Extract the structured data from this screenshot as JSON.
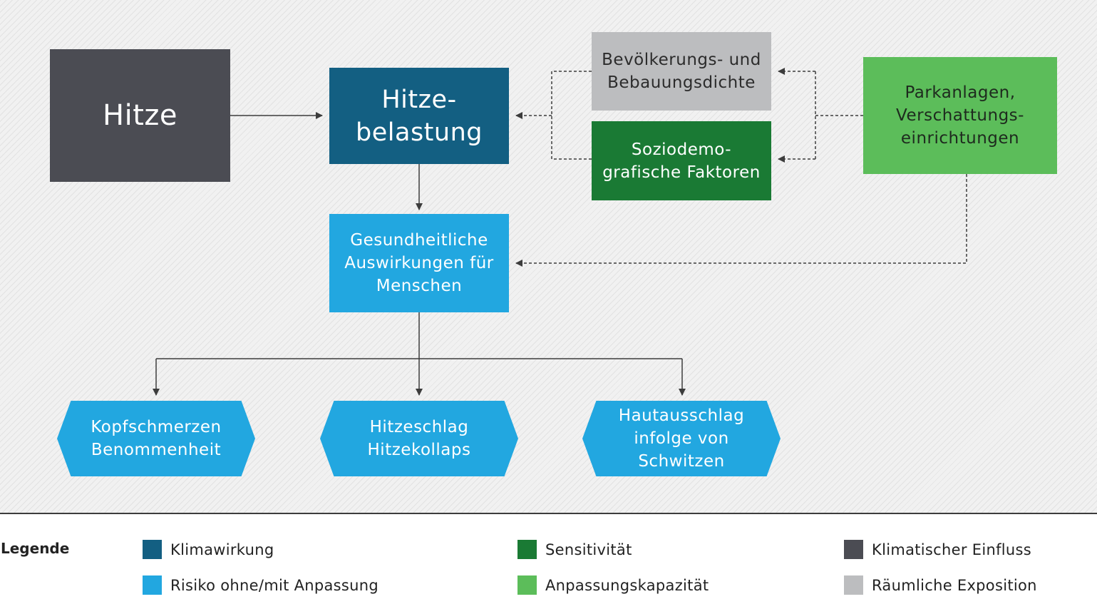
{
  "colors": {
    "klimawirkung": "#135f82",
    "risiko": "#22a7e0",
    "sensitivitaet": "#1a7a34",
    "anpassungskapazitaet": "#5cbd5a",
    "klimatischer_einfluss": "#4b4c53",
    "raeumliche_exposition": "#bcbdbf",
    "edge": "#3c3c3c"
  },
  "nodes": {
    "hitze": "Hitze",
    "hitzebelastung": "Hitze-\nbelastung",
    "bevoelkerung": "Bevölkerungs- und\nBebauungsdichte",
    "sozio": "Soziodemo-\ngrafische Faktoren",
    "parkanlagen": "Parkanlagen,\nVerschattungs-\neinrichtungen",
    "gesundheit": "Gesundheitliche\nAuswirkungen für\nMenschen",
    "kopfschmerzen": "Kopfschmerzen\nBenommenheit",
    "hitzeschlag": "Hitzeschlag\nHitzekollaps",
    "hautausschlag": "Hautausschlag\ninfolge von\nSchwitzen"
  },
  "legend": {
    "title": "Legende",
    "items": {
      "klimawirkung": "Klimawirkung",
      "risiko": "Risiko ohne/mit Anpassung",
      "sensitivitaet": "Sensitivität",
      "anpassungskapazitaet": "Anpassungskapazität",
      "klimatischer_einfluss": "Klimatischer Einfluss",
      "raeumliche_exposition": "Räumliche Exposition"
    }
  }
}
